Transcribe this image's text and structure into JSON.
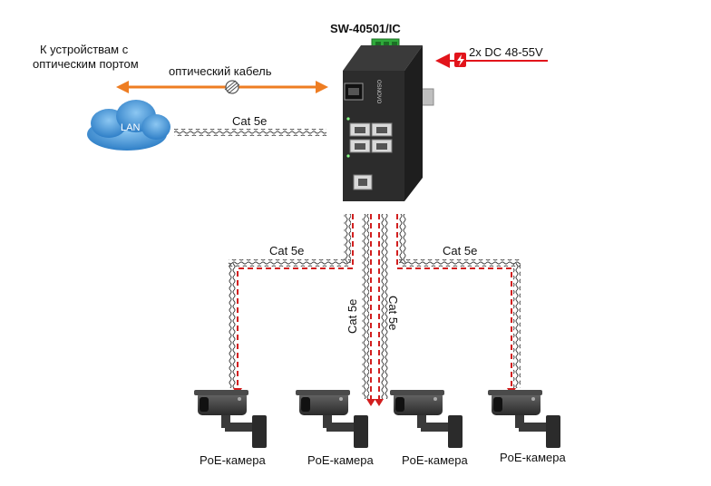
{
  "switch": {
    "model": "SW-40501/IC",
    "brand": "OSNOVO"
  },
  "power": {
    "label": "2x DC 48-55V"
  },
  "fiber": {
    "target_label_line1": "К устройствам с",
    "target_label_line2": "оптическим портом",
    "cable_label": "оптический кабель"
  },
  "lan": {
    "cloud_label": "LAN",
    "cable_label": "Cat 5e"
  },
  "poe_links": [
    {
      "cable_label": "Cat 5e",
      "camera_label": "PoE-камера"
    },
    {
      "cable_label": "Cat 5e",
      "camera_label": "PoE-камера"
    },
    {
      "cable_label": "Cat 5e",
      "camera_label": "PoE-камера"
    },
    {
      "cable_label": "Cat 5e",
      "camera_label": "PoE-камера"
    }
  ],
  "colors": {
    "fiber": "#ee7d22",
    "power": "#e2141b",
    "poe_dash": "#d21f1f",
    "cable": "#555555",
    "cloud": "#3d8fd6"
  }
}
